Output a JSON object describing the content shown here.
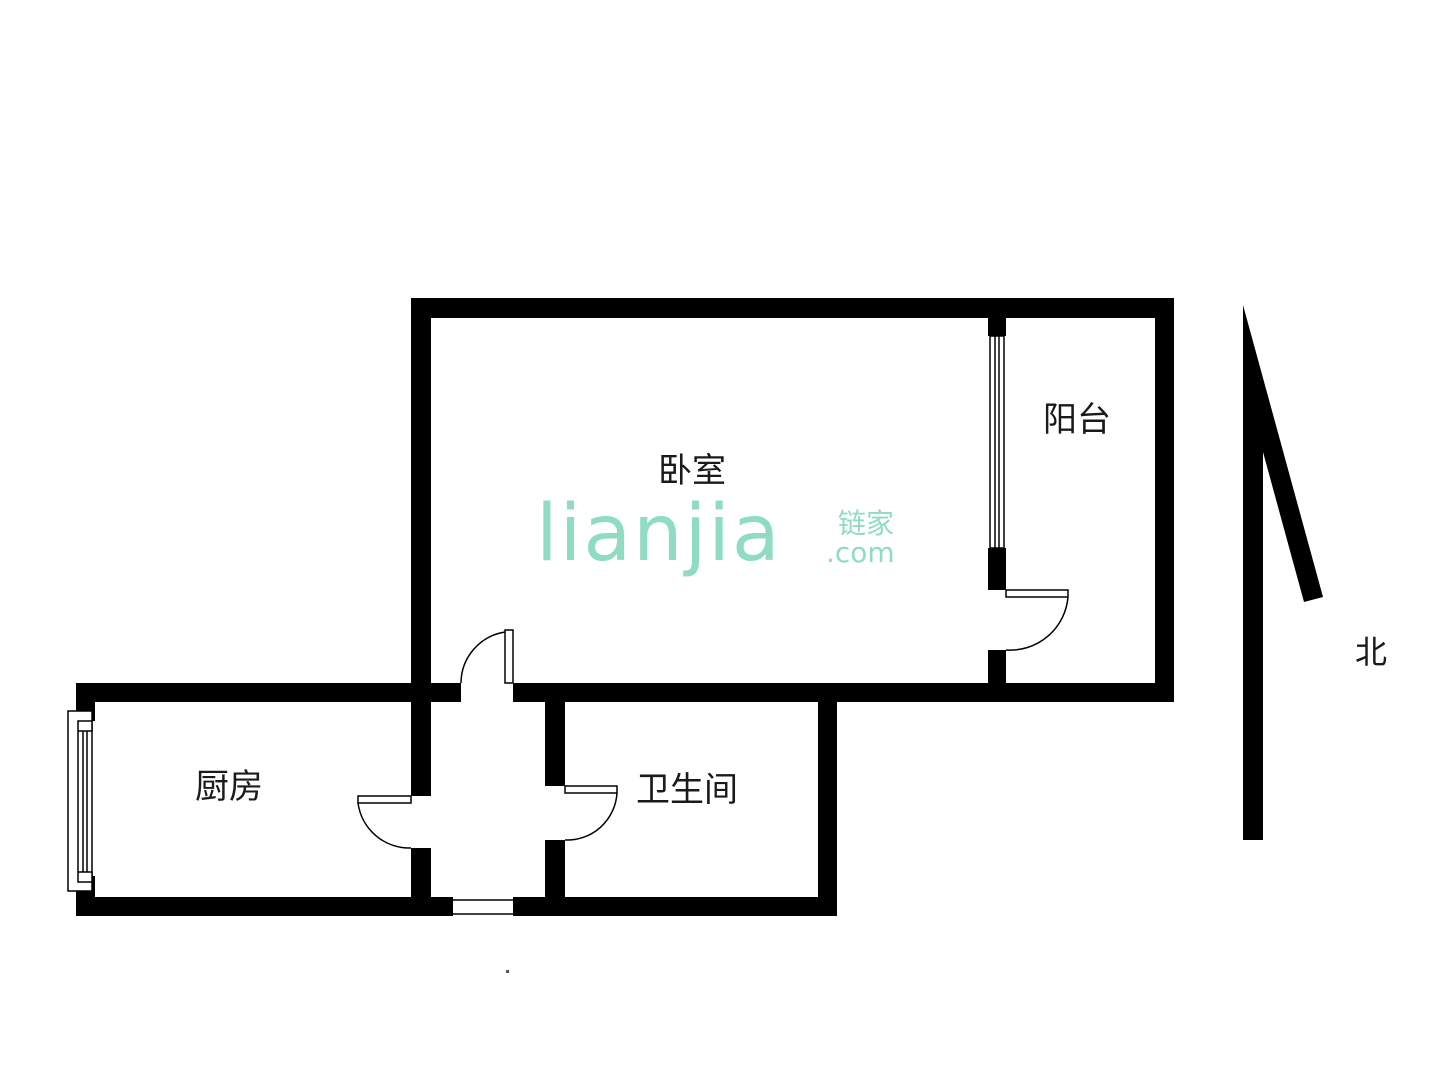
{
  "rooms": {
    "bedroom": "卧室",
    "balcony": "阳台",
    "kitchen": "厨房",
    "bathroom": "卫生间"
  },
  "compass": {
    "label": "北"
  },
  "watermark": {
    "latin": "lianjia",
    "chinese": "链家",
    "domain": ".com",
    "color": "#8fdcc0"
  },
  "colors": {
    "wall": "#000000",
    "background": "#ffffff"
  }
}
